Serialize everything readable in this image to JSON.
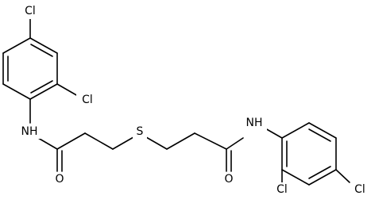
{
  "molecule": {
    "atoms": {
      "cl_top": "Cl",
      "cl_ortho_left": "Cl",
      "nh_left": "NH",
      "o_left": "O",
      "s_center": "S",
      "nh_right": "NH",
      "o_right": "O",
      "cl_ortho_right": "Cl",
      "cl_para_right": "Cl"
    }
  }
}
